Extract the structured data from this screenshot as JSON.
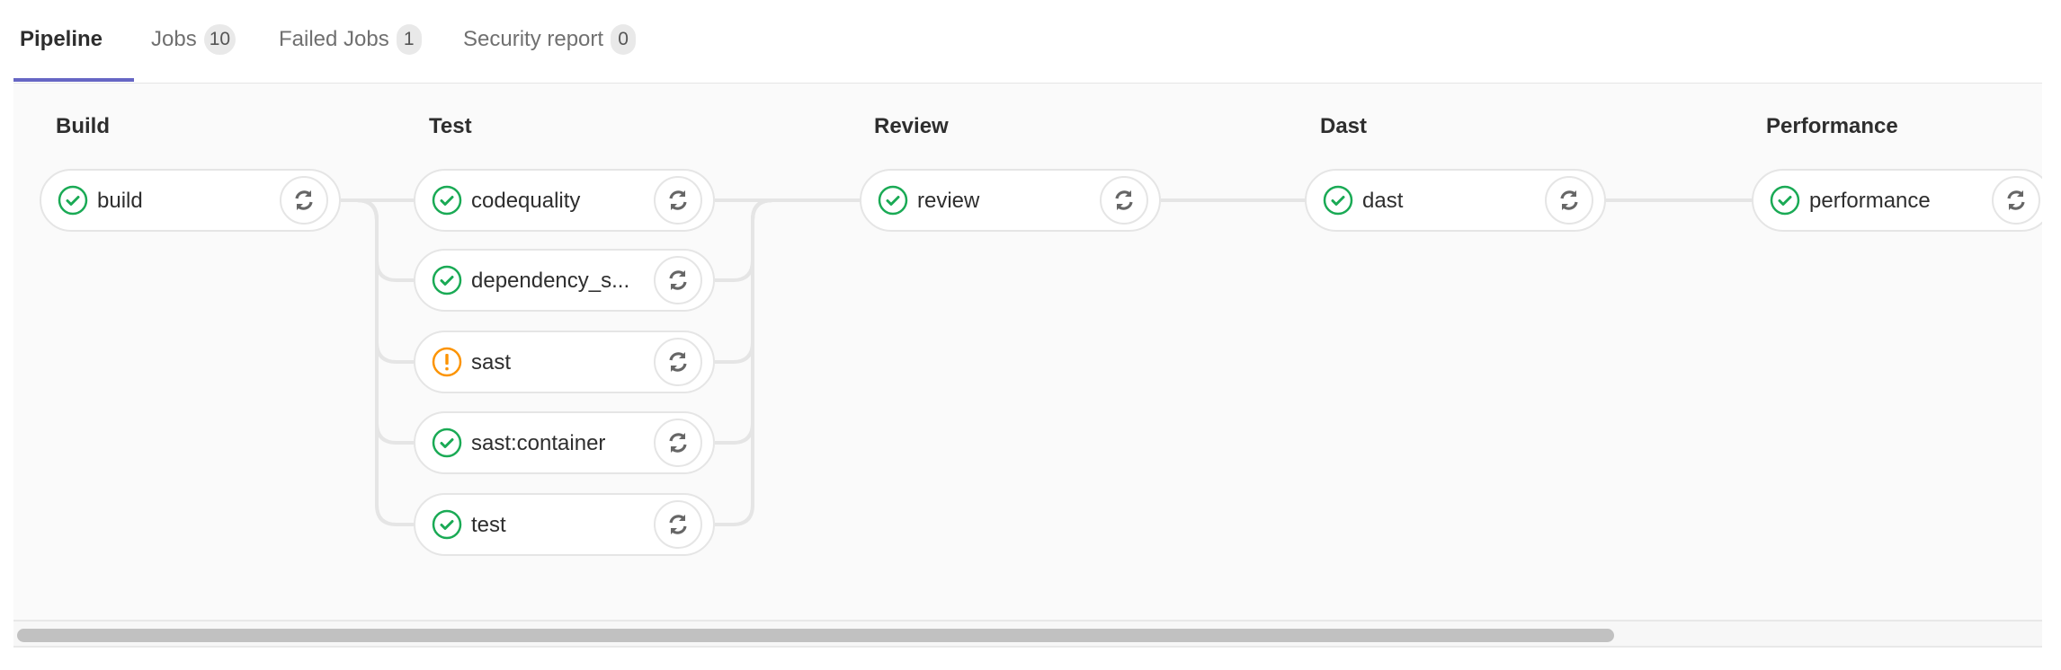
{
  "tabs": [
    {
      "label": "Pipeline",
      "active": true
    },
    {
      "label": "Jobs",
      "count": "10"
    },
    {
      "label": "Failed Jobs",
      "count": "1"
    },
    {
      "label": "Security report",
      "count": "0"
    }
  ],
  "colors": {
    "success": "#1aaa55",
    "warning": "#fc9403",
    "accent": "#6666c4"
  },
  "stages": [
    {
      "title": "Build",
      "jobs": [
        {
          "name": "build",
          "status": "success"
        }
      ]
    },
    {
      "title": "Test",
      "jobs": [
        {
          "name": "codequality",
          "status": "success"
        },
        {
          "name": "dependency_s...",
          "status": "success"
        },
        {
          "name": "sast",
          "status": "warning"
        },
        {
          "name": "sast:container",
          "status": "success"
        },
        {
          "name": "test",
          "status": "success"
        }
      ]
    },
    {
      "title": "Review",
      "jobs": [
        {
          "name": "review",
          "status": "success"
        }
      ]
    },
    {
      "title": "Dast",
      "jobs": [
        {
          "name": "dast",
          "status": "success"
        }
      ]
    },
    {
      "title": "Performance",
      "jobs": [
        {
          "name": "performance",
          "status": "success"
        }
      ]
    }
  ],
  "scrollbar": {
    "position_percent": 0,
    "visible_fraction": 0.79
  }
}
